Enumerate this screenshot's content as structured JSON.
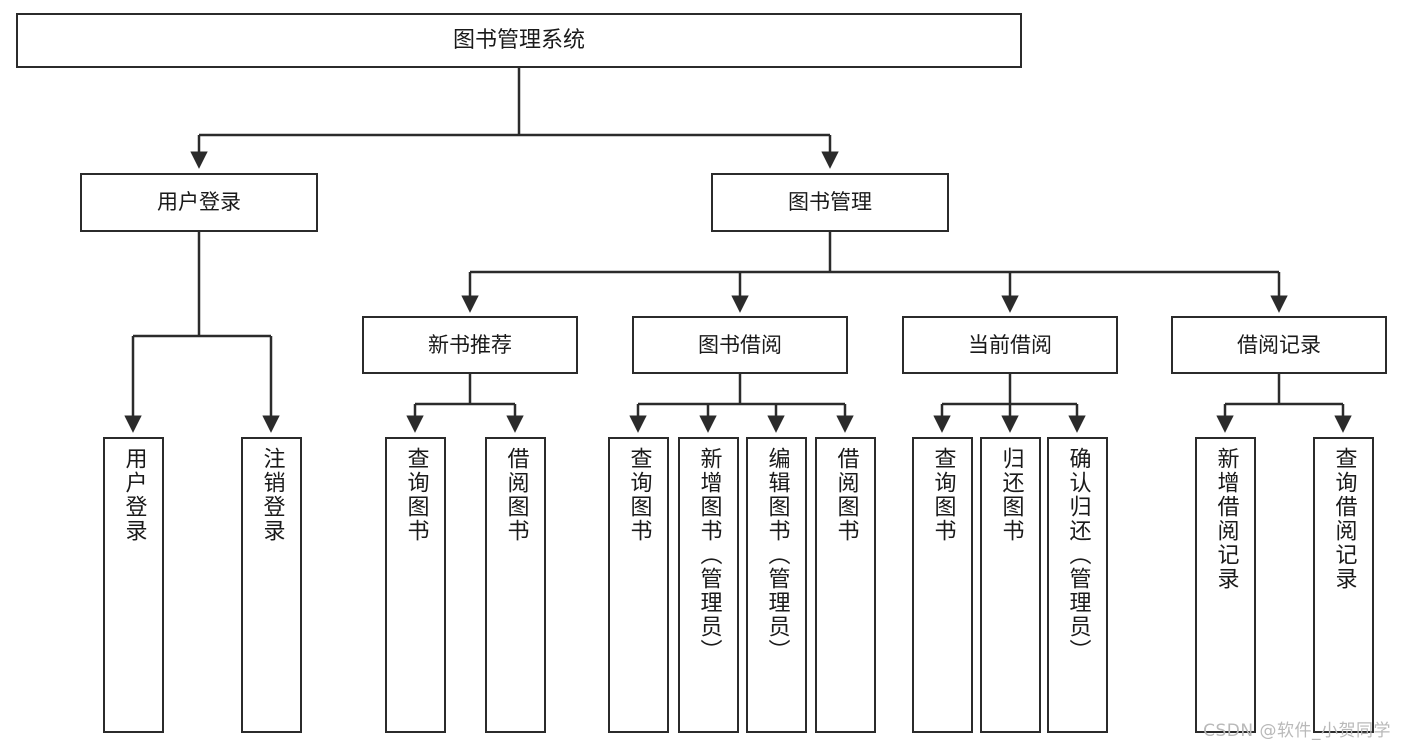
{
  "diagram": {
    "title": "图书管理系统",
    "type": "tree-hierarchy",
    "nodes": {
      "root": {
        "label": "图书管理系统"
      },
      "level1": [
        {
          "id": "user-login",
          "label": "用户登录"
        },
        {
          "id": "book-manage",
          "label": "图书管理"
        }
      ],
      "level2": [
        {
          "id": "new-book-recommend",
          "label": "新书推荐"
        },
        {
          "id": "book-borrow",
          "label": "图书借阅"
        },
        {
          "id": "current-borrow",
          "label": "当前借阅"
        },
        {
          "id": "borrow-record",
          "label": "借阅记录"
        }
      ],
      "leaves": [
        {
          "id": "leaf-user-login",
          "label": "用户登录"
        },
        {
          "id": "leaf-logout-login",
          "label": "注销登录"
        },
        {
          "id": "leaf-query-book-1",
          "label": "查询图书"
        },
        {
          "id": "leaf-borrow-book-1",
          "label": "借阅图书"
        },
        {
          "id": "leaf-query-book-2",
          "label": "查询图书"
        },
        {
          "id": "leaf-add-book-admin",
          "label": "新增图书（管理员）"
        },
        {
          "id": "leaf-edit-book-admin",
          "label": "编辑图书（管理员）"
        },
        {
          "id": "leaf-borrow-book-2",
          "label": "借阅图书"
        },
        {
          "id": "leaf-query-book-3",
          "label": "查询图书"
        },
        {
          "id": "leaf-return-book",
          "label": "归还图书"
        },
        {
          "id": "leaf-confirm-return-admin",
          "label": "确认归还（管理员）"
        },
        {
          "id": "leaf-add-borrow-record",
          "label": "新增借阅记录"
        },
        {
          "id": "leaf-query-borrow-record",
          "label": "查询借阅记录"
        }
      ]
    },
    "colors": {
      "stroke": "#2b2b2b",
      "fill": "#ffffff",
      "text": "#1a1a1a",
      "watermark": "#b9b9b9"
    }
  },
  "watermark": {
    "text": "CSDN @软件_小贺同学"
  }
}
